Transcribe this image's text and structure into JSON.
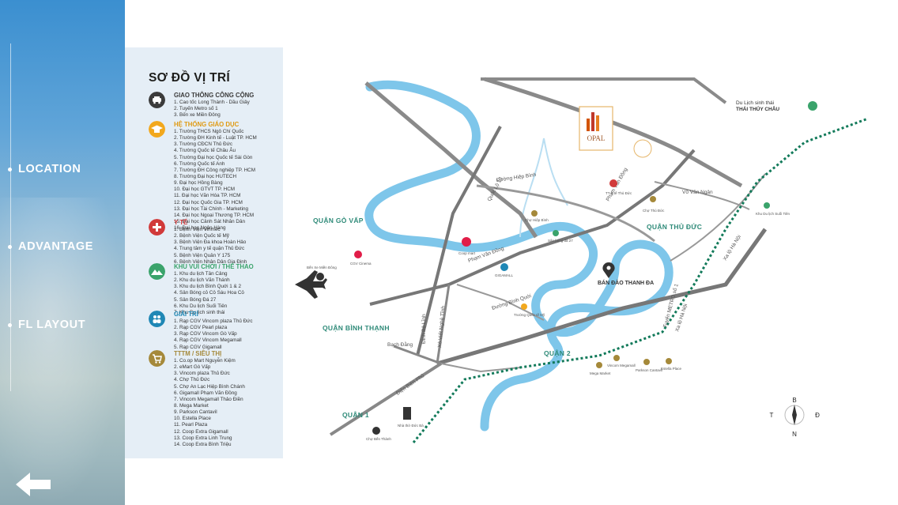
{
  "sidebar": {
    "nav": [
      {
        "label": "LOCATION"
      },
      {
        "label": "ADVANTAGE"
      },
      {
        "label": "FL LAYOUT"
      }
    ]
  },
  "legend": {
    "title": "SƠ ĐỒ VỊ TRÍ",
    "categories": [
      {
        "title": "GIAO THÔNG CÔNG CỘNG",
        "color": "#3b3b3b",
        "icon": "car-icon",
        "items": [
          "1. Cao tốc Long Thành - Dầu Giây",
          "2. Tuyến Metro số 1",
          "3. Bến xe Miền Đông"
        ]
      },
      {
        "title": "HỆ THỐNG GIÁO DỤC",
        "color": "#f2a81d",
        "icon": "graduation-cap-icon",
        "items": [
          "1. Trường THCS Ngô Chí Quốc",
          "2. Trường ĐH Kinh tế - Luật TP. HCM",
          "3. Trường CĐCN Thủ Đức",
          "4. Trường Quốc tế Châu Âu",
          "5. Trường Đại học Quốc tế Sài Gòn",
          "6. Trường Quốc tế Anh",
          "7. Trường ĐH Công nghiệp TP. HCM",
          "8. Trường Đại học HUTECH",
          "9. Đại học Hồng Bàng",
          "10. Đại học GTVT TP. HCM",
          "11. Đại học Văn Hóa TP. HCM",
          "12. Đại học Quốc Gia TP. HCM",
          "13. Đại học Tài Chính - Marketing",
          "14. Đại học Ngoại Thương TP. HCM",
          "15. Đại học Cảnh Sát Nhân Dân",
          "16. Đại học Ngân Hàng"
        ]
      },
      {
        "title": "Y TẾ",
        "color": "#d13a3a",
        "icon": "medical-cross-icon",
        "items": [
          "1. Bệnh Viện Vinmec",
          "2. Bệnh Viện Quốc tế Mỹ",
          "3. Bệnh Viện Đa khoa Hoàn Hảo",
          "4. Trung tâm y tế quận Thủ Đức",
          "5. Bệnh Viện Quân Y 175",
          "6. Bệnh Viện Nhân Dân Gia Định"
        ]
      },
      {
        "title": "KHU VUI CHƠI / THỂ THAO",
        "color": "#3aa36b",
        "icon": "mountain-icon",
        "items": [
          "1. Khu du lịch Tân Cảng",
          "2. Khu du lịch Văn Thánh",
          "3. Khu du lịch Bình Quới 1 & 2",
          "4. Sân Bóng cỏ Cô Sáu Hoa Cỏ",
          "5. Sân Bóng Đá 27",
          "6. Khu Du lịch Suối Tiên",
          "7. Khu Du lịch sinh thái"
        ]
      },
      {
        "title": "GIẢI TRÍ",
        "color": "#1f87b5",
        "icon": "people-icon",
        "items": [
          "1. Rạp CGV Vincom plaza Thủ Đức",
          "2. Rạp CGV Pearl plaza",
          "3. Rạp CGV Vincom Gò Vấp",
          "4. Rạp CGV Vincom Megamall",
          "5. Rạp CGV Gigamall"
        ]
      },
      {
        "title": "TTTM / SIÊU THỊ",
        "color": "#a5893a",
        "icon": "shopping-cart-icon",
        "items": [
          "1. Co.op Mart Nguyễn Kiệm",
          "2. eMart Gò Vấp",
          "3. Vincom plaza Thủ Đức",
          "4. Chợ Thủ Đức",
          "5. Chợ An Lạc Hiệp Bình Chánh",
          "6. Gigamall Phạm Văn Đồng",
          "7. Vincom Megamall Thảo Điền",
          "8. Mega Market",
          "9. Parkson Cantavil",
          "10. Estella Place",
          "11. Pearl Plaza",
          "12. Coop Extra Gigamall",
          "13. Coop Extra Linh Trung",
          "14. Coop Extra Bình Triệu"
        ]
      }
    ]
  },
  "map": {
    "districts": [
      "QUẬN GÒ VẤP",
      "QUẬN BÌNH THẠNH",
      "QUẬN THỦ ĐỨC",
      "QUẬN 2",
      "QUẬN 1"
    ],
    "peninsula": "BÁN ĐẢO THANH ĐA",
    "eco_line1": "Du Lịch sinh thái",
    "eco_line2": "THÁI THỦY CHÂU",
    "roads": [
      "Quốc Lộ 13",
      "Đường Hiệp Bình",
      "Phạm Văn Đồng",
      "Võ Văn Ngân",
      "Đường Bình Quới",
      "Bạch Đằng",
      "Điện Biên Phủ",
      "Xa lộ Hà Nội",
      "Tuyến METRO số 1",
      "Đinh Bộ Lĩnh",
      "Xô Viết Nghệ Tĩnh",
      "Phạm Văn Đồng",
      "Xa lộ Hà Nội"
    ],
    "brand": "OPAL",
    "compass": {
      "n": "B",
      "s": "N",
      "w": "T",
      "e": "Đ"
    },
    "pois": [
      {
        "t": "Bến Xe Miền Đông"
      },
      {
        "t": "CGV Cinema"
      },
      {
        "t": "Coop mart"
      },
      {
        "t": "Chợ Hiệp Bình"
      },
      {
        "t": "Sân bóng đá 27"
      },
      {
        "t": "GIGAMALL"
      },
      {
        "t": "Vincom Megamall"
      },
      {
        "t": "Chợ Thủ Đức"
      },
      {
        "t": "TT Y tế Thủ Đức"
      },
      {
        "t": "Chợ Bến Thành"
      },
      {
        "t": "Nhà thờ Đức Bà"
      },
      {
        "t": "Estella Place"
      },
      {
        "t": "Mega Market"
      },
      {
        "t": "Parkson Cantavil"
      },
      {
        "t": "Trường Quốc tế Mỹ"
      },
      {
        "t": "Khu Du lịch Suối Tiên"
      }
    ]
  }
}
